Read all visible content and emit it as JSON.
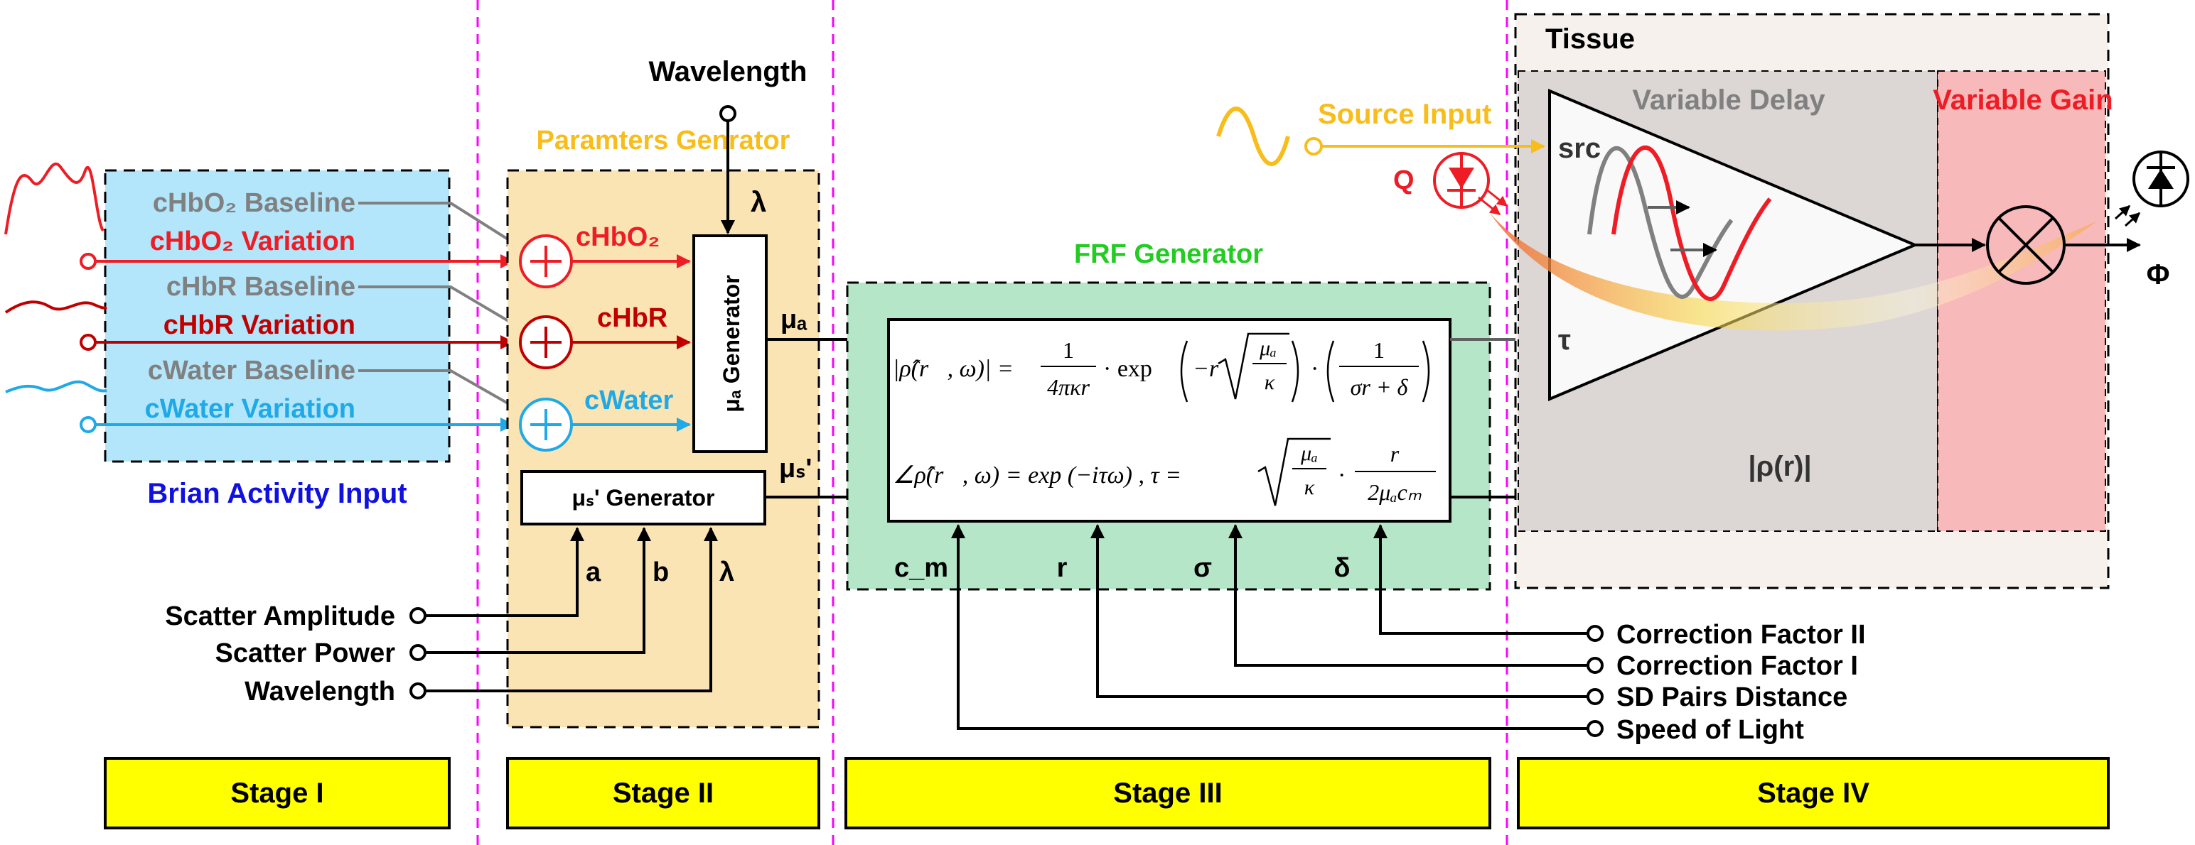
{
  "colors": {
    "red": "#ee1c25",
    "darkred": "#c00000",
    "blue": "#1fa9e6",
    "gray": "#808080",
    "title_blue": "#1010e0",
    "orange": "#f8bd1a",
    "green": "#22cc22",
    "stage_yellow": "#ffff00",
    "magenta": "#ff00ff"
  },
  "stage1": {
    "title": "Brian Activity Input",
    "inputs": [
      {
        "baseline": "cHbO₂ Baseline",
        "variation": "cHbO₂ Variation"
      },
      {
        "baseline": "cHbR Baseline",
        "variation": "cHbR Variation"
      },
      {
        "baseline": "cWater Baseline",
        "variation": "cWater Variation"
      }
    ]
  },
  "stage2": {
    "title": "Paramters Genrator",
    "wavelength_top": "Wavelength",
    "lambda": "λ",
    "sum_outputs": [
      "cHbO₂",
      "cHbR",
      "cWater"
    ],
    "mua_generator": "μₐ Generator",
    "mus_generator": "μₛ' Generator",
    "mua_out": "μₐ",
    "mus_out": "μₛ'",
    "scatter_ports": [
      "a",
      "b",
      "λ"
    ],
    "scatter_inputs": [
      "Scatter Amplitude",
      "Scatter Power",
      "Wavelength"
    ]
  },
  "stage3": {
    "title": "FRF Generator",
    "eq1_lhs": "|ρ̂(r⃗, ω)| =",
    "eq2": "∠ρ̂(r⃗, ω) = exp (−iτω) ,  τ =",
    "ports": [
      "c_m",
      "r",
      "σ",
      "δ"
    ],
    "inputs": [
      "Correction Factor II",
      "Correction Factor I",
      "SD Pairs Distance",
      "Speed of Light"
    ]
  },
  "stage4": {
    "title": "Tissue",
    "source_input": "Source Input",
    "q_label": "Q",
    "variable_delay": "Variable Delay",
    "variable_gain": "Variable Gain",
    "src": "src",
    "tau": "τ",
    "rho": "|ρ(r)|",
    "phi": "Φ"
  },
  "stages": [
    "Stage I",
    "Stage II",
    "Stage III",
    "Stage IV"
  ]
}
